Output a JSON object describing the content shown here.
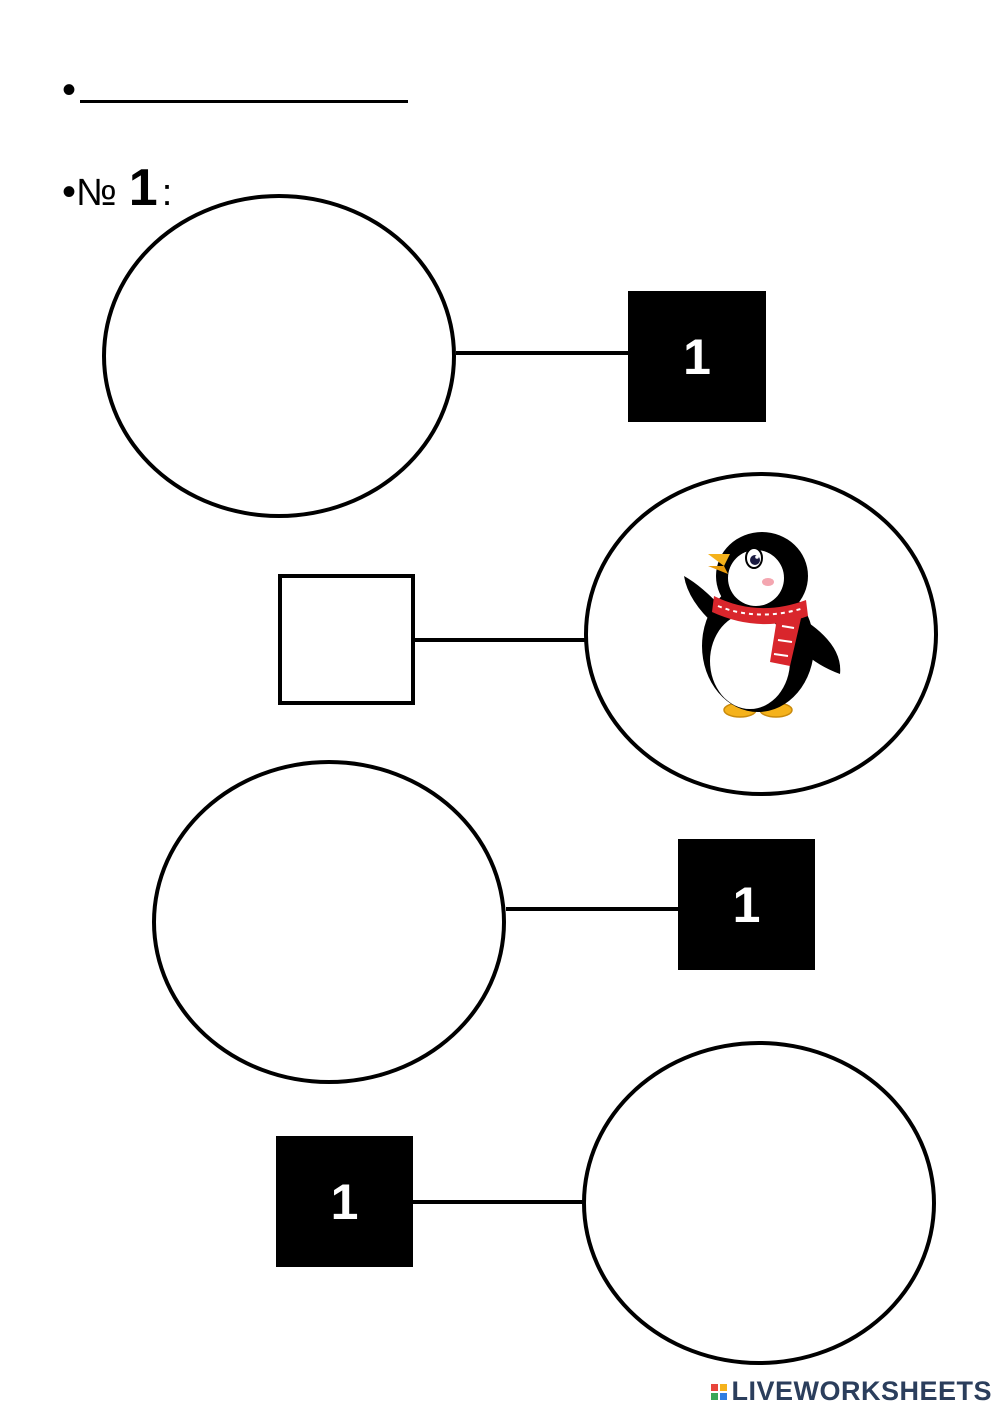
{
  "header": {
    "bullet": "•",
    "number_label": "№",
    "number_value": "1",
    "number_colon": ":"
  },
  "rows": [
    {
      "box_value": "1"
    },
    {
      "box_value": ""
    },
    {
      "box_value": "1"
    },
    {
      "box_value": "1"
    }
  ],
  "logo": {
    "text": "LIVEWORKSHEETS"
  },
  "colors": {
    "ink": "#000000",
    "scarf": "#d9262c",
    "beak": "#f5b21b",
    "logo_text": "#2b3e5c"
  }
}
